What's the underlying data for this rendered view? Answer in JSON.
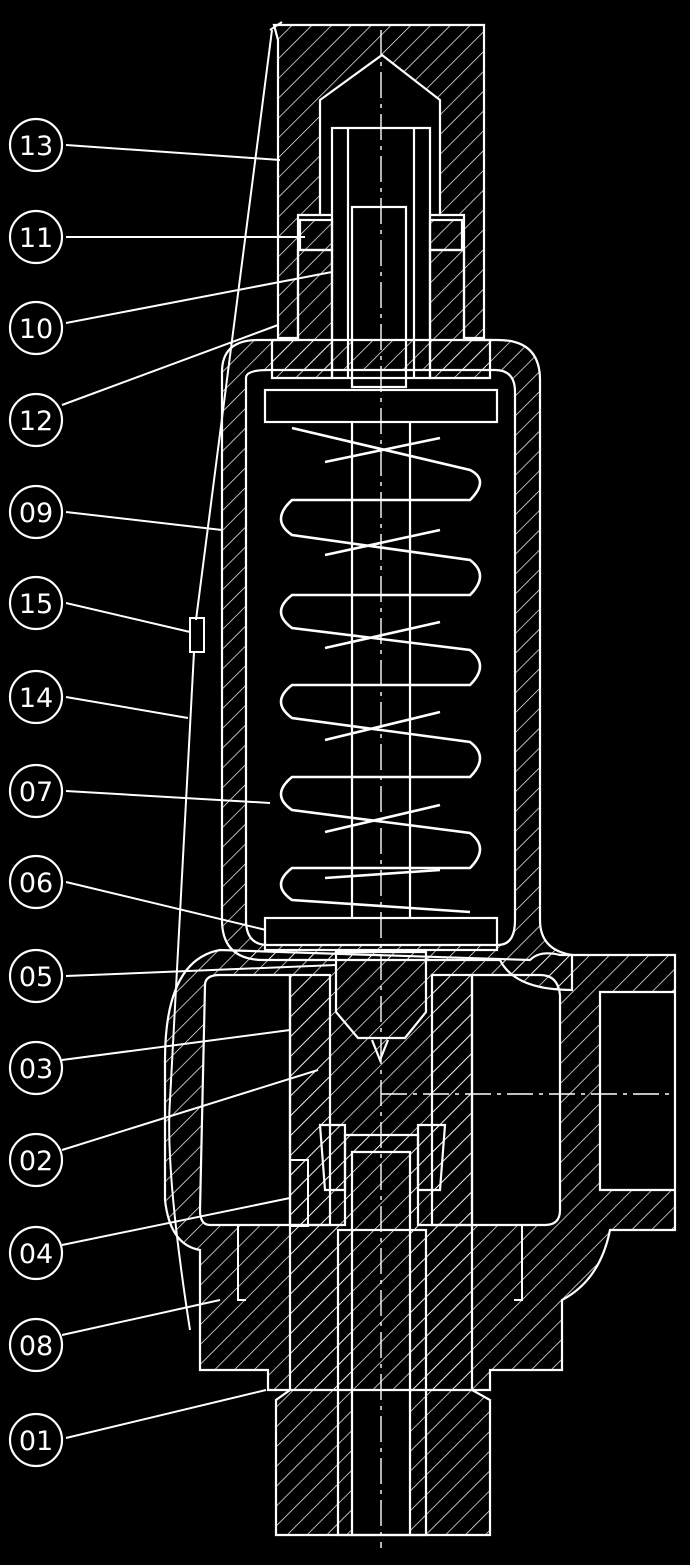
{
  "colors": {
    "background": "#000000",
    "line": "#ffffff"
  },
  "callouts": [
    {
      "number": "13"
    },
    {
      "number": "11"
    },
    {
      "number": "10"
    },
    {
      "number": "12"
    },
    {
      "number": "09"
    },
    {
      "number": "15"
    },
    {
      "number": "14"
    },
    {
      "number": "07"
    },
    {
      "number": "06"
    },
    {
      "number": "05"
    },
    {
      "number": "03"
    },
    {
      "number": "02"
    },
    {
      "number": "04"
    },
    {
      "number": "08"
    },
    {
      "number": "01"
    }
  ]
}
